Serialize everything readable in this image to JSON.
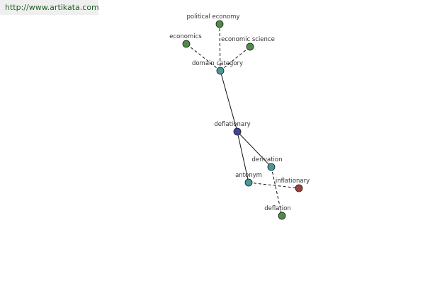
{
  "watermark": {
    "text": "http://www.artikata.com"
  },
  "graph": {
    "nodes": [
      {
        "id": "political-economy",
        "label": "political economy",
        "color": "#4e8c46"
      },
      {
        "id": "economics",
        "label": "economics",
        "color": "#4e8c46"
      },
      {
        "id": "economic-science",
        "label": "economic science",
        "color": "#4e8c46"
      },
      {
        "id": "domain-category",
        "label": "domain category",
        "color": "#4c9797"
      },
      {
        "id": "deflationary",
        "label": "deflationary",
        "color": "#3d44a0"
      },
      {
        "id": "derivation",
        "label": "derivation",
        "color": "#4c9797"
      },
      {
        "id": "antonym",
        "label": "antonym",
        "color": "#4c9797"
      },
      {
        "id": "inflationary",
        "label": "inflationary",
        "color": "#a03f3f"
      },
      {
        "id": "deflation",
        "label": "deflation",
        "color": "#4e8c46"
      }
    ],
    "edges": [
      {
        "from": "deflationary",
        "to": "domain-category",
        "style": "solid"
      },
      {
        "from": "domain-category",
        "to": "political-economy",
        "style": "dashed"
      },
      {
        "from": "domain-category",
        "to": "economics",
        "style": "dashed"
      },
      {
        "from": "domain-category",
        "to": "economic-science",
        "style": "dashed"
      },
      {
        "from": "deflationary",
        "to": "derivation",
        "style": "solid"
      },
      {
        "from": "deflationary",
        "to": "antonym",
        "style": "solid"
      },
      {
        "from": "antonym",
        "to": "inflationary",
        "style": "dashed"
      },
      {
        "from": "derivation",
        "to": "deflation",
        "style": "dashed"
      }
    ]
  }
}
